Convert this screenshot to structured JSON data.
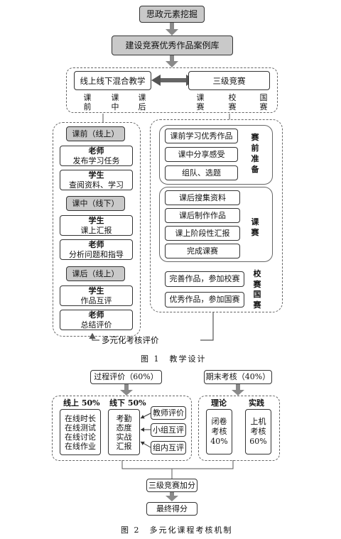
{
  "fig1": {
    "top": "思政元素挖掘",
    "library": "建设竞赛优秀作品案例库",
    "blended": "线上线下混合教学",
    "three_comp": "三级竞赛",
    "sub_left": [
      [
        "课",
        "前"
      ],
      [
        "课",
        "中"
      ],
      [
        "课",
        "后"
      ]
    ],
    "sub_right": [
      [
        "课",
        "赛"
      ],
      [
        "校",
        "赛"
      ],
      [
        "国",
        "赛"
      ]
    ],
    "pre_head": "课前（线上）",
    "pre_items": [
      {
        "a": "老师",
        "b": "发布学习任务"
      },
      {
        "a": "学生",
        "b": "查阅资料、学习"
      }
    ],
    "mid_head": "课中（线下）",
    "mid_items": [
      {
        "a": "学生",
        "b": "课上汇报"
      },
      {
        "a": "老师",
        "b": "分析问题和指导"
      }
    ],
    "post_head": "课后（线上）",
    "post_items": [
      {
        "a": "学生",
        "b": "作品互评"
      },
      {
        "a": "老师",
        "b": "总结评价"
      }
    ],
    "prep_items": [
      "课前学习优秀作品",
      "课中分享感受",
      "组队、选题"
    ],
    "prep_label": [
      "赛",
      "前",
      "准",
      "备"
    ],
    "course_items": [
      "课后搜集资料",
      "课后制作作品",
      "课上阶段性汇报",
      "完成课赛"
    ],
    "course_label": [
      "课",
      "赛"
    ],
    "school_item": "完善作品，参加校赛",
    "school_label": [
      "校",
      "赛"
    ],
    "national_item": "优秀作品，参加国赛",
    "national_label": [
      "国",
      "赛"
    ],
    "eval": "多元化考核评价",
    "caption": "图 1　教学设计"
  },
  "fig2": {
    "process": "过程评价（60%）",
    "final": "期末考核（40%）",
    "online_head": "线上 50%",
    "offline_head": "线下 50%",
    "online_items": [
      "在线时长",
      "在线测试",
      "在线讨论",
      "在线作业"
    ],
    "offline_items": [
      "考勤",
      "态度",
      "实战",
      "汇报"
    ],
    "offline_eval": [
      "教师评价",
      "小组互评",
      "组内互评"
    ],
    "theory_head": "理论",
    "practice_head": "实践",
    "theory_items": [
      "闭卷",
      "考核",
      "40%"
    ],
    "practice_items": [
      "上机",
      "考核",
      "60%"
    ],
    "bonus": "三级竞赛加分",
    "score": "最终得分",
    "caption": "图 2　多元化课程考核机制"
  }
}
